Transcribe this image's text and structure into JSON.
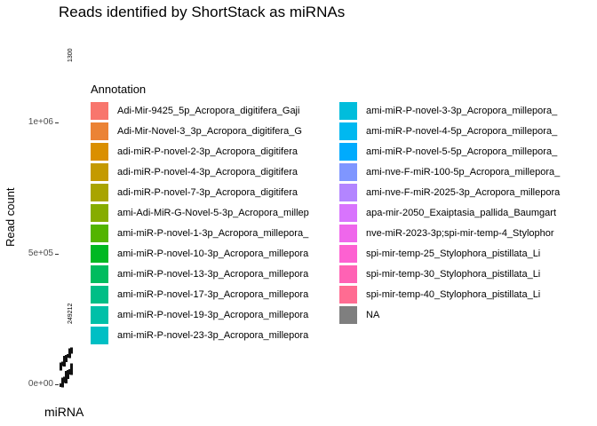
{
  "chart_data": {
    "type": "bar",
    "title": "Reads identified by ShortStack as miRNAs",
    "xlabel": "miRNA",
    "ylabel": "Read count",
    "ylim": [
      0,
      1300000
    ],
    "yticks": [
      {
        "value": 0,
        "label": "0e+00"
      },
      {
        "value": 500000,
        "label": "5e+05"
      },
      {
        "value": 1000000,
        "label": "1e+06"
      }
    ],
    "bar_labels": [
      {
        "value": 1300000,
        "text": "1300"
      },
      {
        "value": 300000,
        "text": "249212"
      }
    ],
    "legend": {
      "title": "Annotation",
      "entries": [
        {
          "label": "Adi-Mir-9425_5p_Acropora_digitifera_Gaji",
          "color": "#F8766D"
        },
        {
          "label": "Adi-Mir-Novel-3_3p_Acropora_digitifera_G",
          "color": "#EB8335"
        },
        {
          "label": "adi-miR-P-novel-2-3p_Acropora_digitifera",
          "color": "#DA8F00"
        },
        {
          "label": "adi-miR-P-novel-4-3p_Acropora_digitifera",
          "color": "#C49A00"
        },
        {
          "label": "adi-miR-P-novel-7-3p_Acropora_digitifera",
          "color": "#A9A400"
        },
        {
          "label": "ami-Adi-MiR-G-Novel-5-3p_Acropora_millep",
          "color": "#86AC00"
        },
        {
          "label": "ami-miR-P-novel-1-3p_Acropora_millepora_",
          "color": "#53B400"
        },
        {
          "label": "ami-miR-P-novel-10-3p_Acropora_millepora",
          "color": "#00B823"
        },
        {
          "label": "ami-miR-P-novel-13-3p_Acropora_millepora",
          "color": "#00BC5E"
        },
        {
          "label": "ami-miR-P-novel-17-3p_Acropora_millepora",
          "color": "#00BE86"
        },
        {
          "label": "ami-miR-P-novel-19-3p_Acropora_millepora",
          "color": "#00C0A8"
        },
        {
          "label": "ami-miR-P-novel-23-3p_Acropora_millepora",
          "color": "#00BFC4"
        },
        {
          "label": "ami-miR-P-novel-3-3p_Acropora_millepora_",
          "color": "#00BDDC"
        },
        {
          "label": "ami-miR-P-novel-4-5p_Acropora_millepora_",
          "color": "#00B8F0"
        },
        {
          "label": "ami-miR-P-novel-5-5p_Acropora_millepora_",
          "color": "#00ABFD"
        },
        {
          "label": "ami-nve-F-miR-100-5p_Acropora_millepora_",
          "color": "#7F96FF"
        },
        {
          "label": "ami-nve-F-miR-2025-3p_Acropora_millepora",
          "color": "#B385FF"
        },
        {
          "label": "apa-mir-2050_Exaiptasia_pallida_Baumgart",
          "color": "#D874FD"
        },
        {
          "label": "nve-miR-2023-3p;spi-mir-temp-4_Stylophor",
          "color": "#EF67EB"
        },
        {
          "label": "spi-mir-temp-25_Stylophora_pistillata_Li",
          "color": "#FD61D1"
        },
        {
          "label": "spi-mir-temp-30_Stylophora_pistillata_Li",
          "color": "#FF62B4"
        },
        {
          "label": "spi-mir-temp-40_Stylophora_pistillata_Li",
          "color": "#FF6C92"
        },
        {
          "label": "NA",
          "color": "#7F7F7F"
        }
      ]
    }
  }
}
